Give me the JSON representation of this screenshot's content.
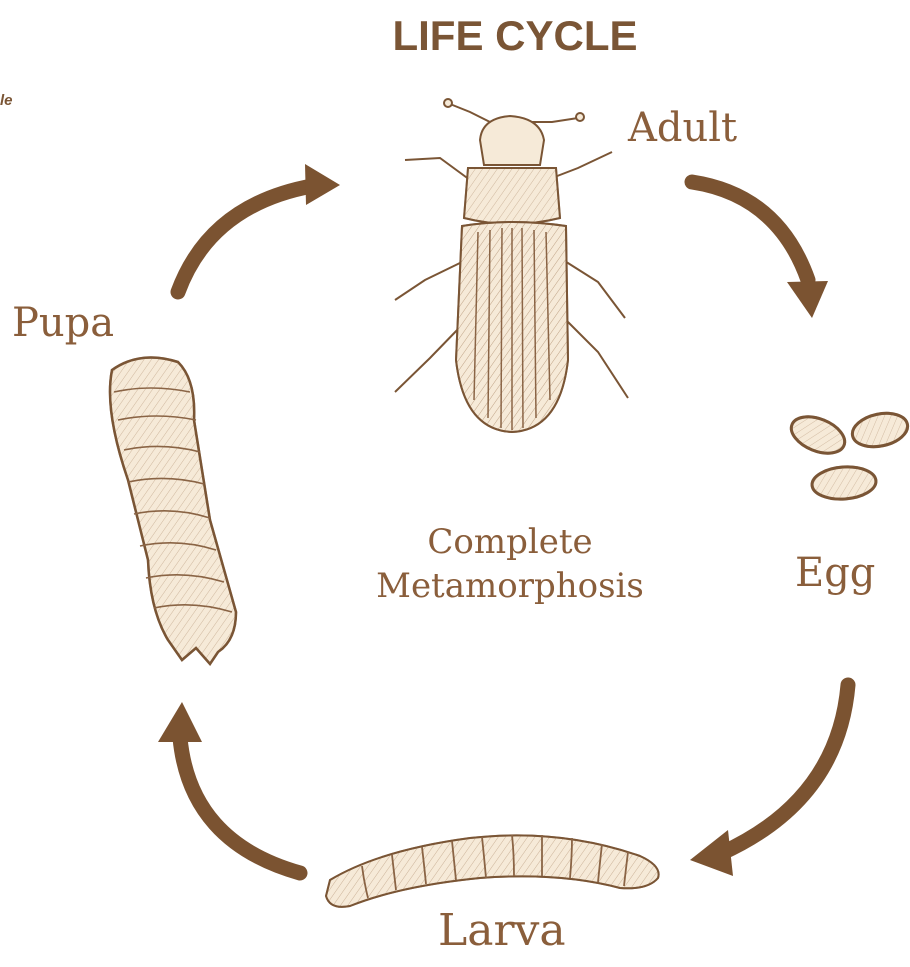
{
  "title": "LIFE CYCLE",
  "edge_fragment": "le",
  "stages": {
    "adult": "Adult",
    "egg": "Egg",
    "larva": "Larva",
    "pupa": "Pupa"
  },
  "center": {
    "line1": "Complete",
    "line2": "Metamorphosis"
  },
  "colors": {
    "ink": "#7a5535",
    "fill": "#f6ead8",
    "arrow": "#7b5331"
  }
}
